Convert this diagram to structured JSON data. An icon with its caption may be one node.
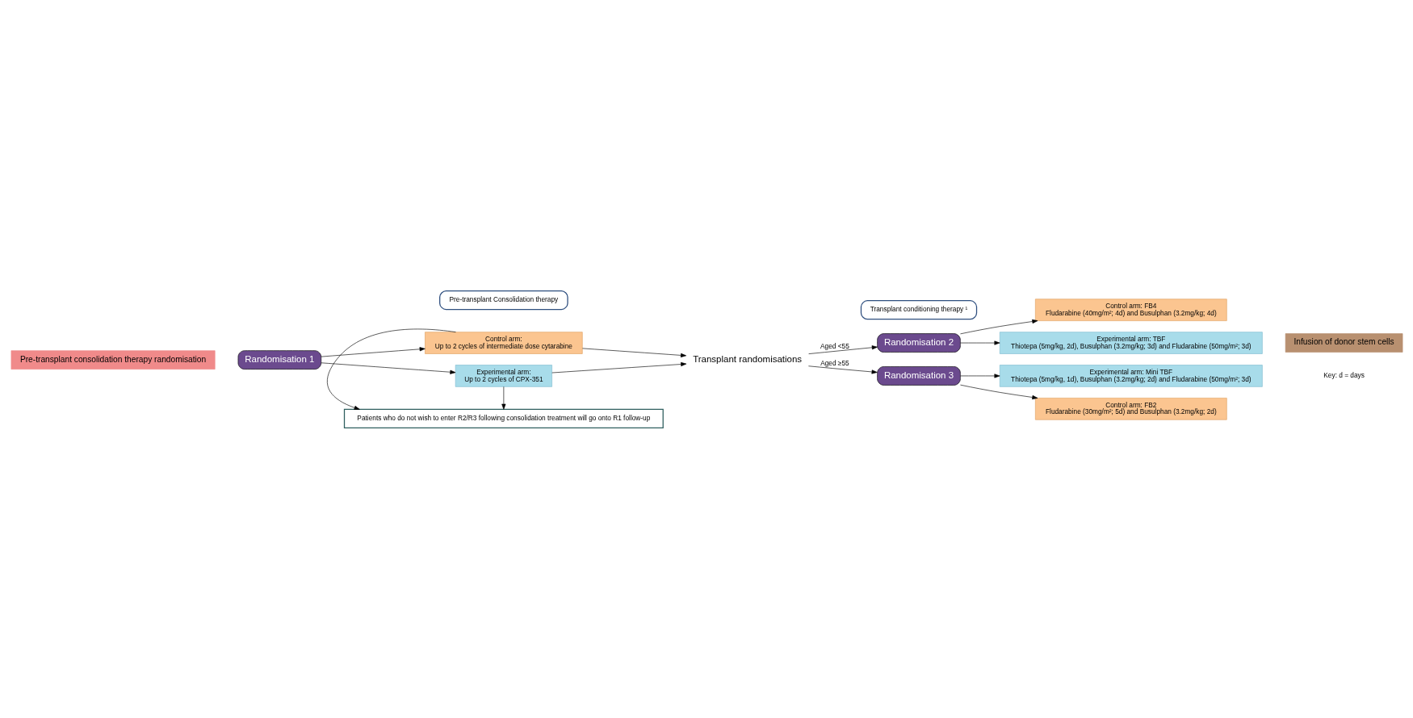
{
  "diagram": {
    "nodes": [
      {
        "text": [
          "Pre-transplant consolidation therapy randomisation"
        ]
      },
      {
        "text": [
          "Pre-transplant Consolidation therapy"
        ]
      },
      {
        "text": [
          "Randomisation 1"
        ]
      },
      {
        "text": [
          "Control arm:",
          "Up to 2 cycles of intermediate dose cytarabine"
        ]
      },
      {
        "text": [
          "Experimental arm:",
          "Up to 2 cycles of CPX-351"
        ]
      },
      {
        "text": [
          "Patients who do not wish to enter R2/R3 following consolidation treatment will go onto R1 follow-up"
        ]
      },
      {
        "text": [
          "Transplant randomisations"
        ]
      },
      {
        "text": [
          "Transplant conditioning therapy ¹"
        ]
      },
      {
        "text": [
          "Randomisation 2"
        ]
      },
      {
        "text": [
          "Control arm: FB4",
          "Fludarabine (40mg/m²; 4d) and Busulphan (3.2mg/kg; 4d)"
        ]
      },
      {
        "text": [
          "Experimental arm: TBF",
          "Thiotepa (5mg/kg, 2d), Busulphan (3.2mg/kg; 3d) and Fludarabine (50mg/m²; 3d)"
        ]
      },
      {
        "text": [
          "Randomisation 3"
        ]
      },
      {
        "text": [
          "Control arm: FB2",
          "Fludarabine (30mg/m²; 5d) and Busulphan (3.2mg/kg; 2d)"
        ]
      },
      {
        "text": [
          "Experimental arm: Mini TBF",
          "Thiotepa (5mg/kg, 1d), Busulphan (3.2mg/kg; 2d) and Fludarabine (50mg/m²; 3d)"
        ]
      },
      {
        "text": [
          "Infusion of donor stem cells"
        ]
      }
    ],
    "edges": [
      {
        "from": 2,
        "to": 3,
        "arrow": "to"
      },
      {
        "from": 2,
        "to": 4,
        "arrow": "to"
      },
      {
        "from": 3,
        "to": 6,
        "arrow": "to"
      },
      {
        "from": 4,
        "to": 6,
        "arrow": "to"
      },
      {
        "from": 3,
        "to": 5,
        "arrow": "to"
      },
      {
        "from": 4,
        "to": 5,
        "arrow": "to"
      },
      {
        "from": 6,
        "to": 8,
        "arrow": "to",
        "label": "Aged <55"
      },
      {
        "from": 6,
        "to": 11,
        "arrow": "to",
        "label": "Aged ≥55"
      },
      {
        "from": 8,
        "to": 9,
        "arrow": "to"
      },
      {
        "from": 8,
        "to": 10,
        "arrow": "to"
      },
      {
        "from": 11,
        "to": 12,
        "arrow": "to"
      },
      {
        "from": 11,
        "to": 13,
        "arrow": "to"
      }
    ],
    "labels": [
      "Key: d = days"
    ]
  }
}
